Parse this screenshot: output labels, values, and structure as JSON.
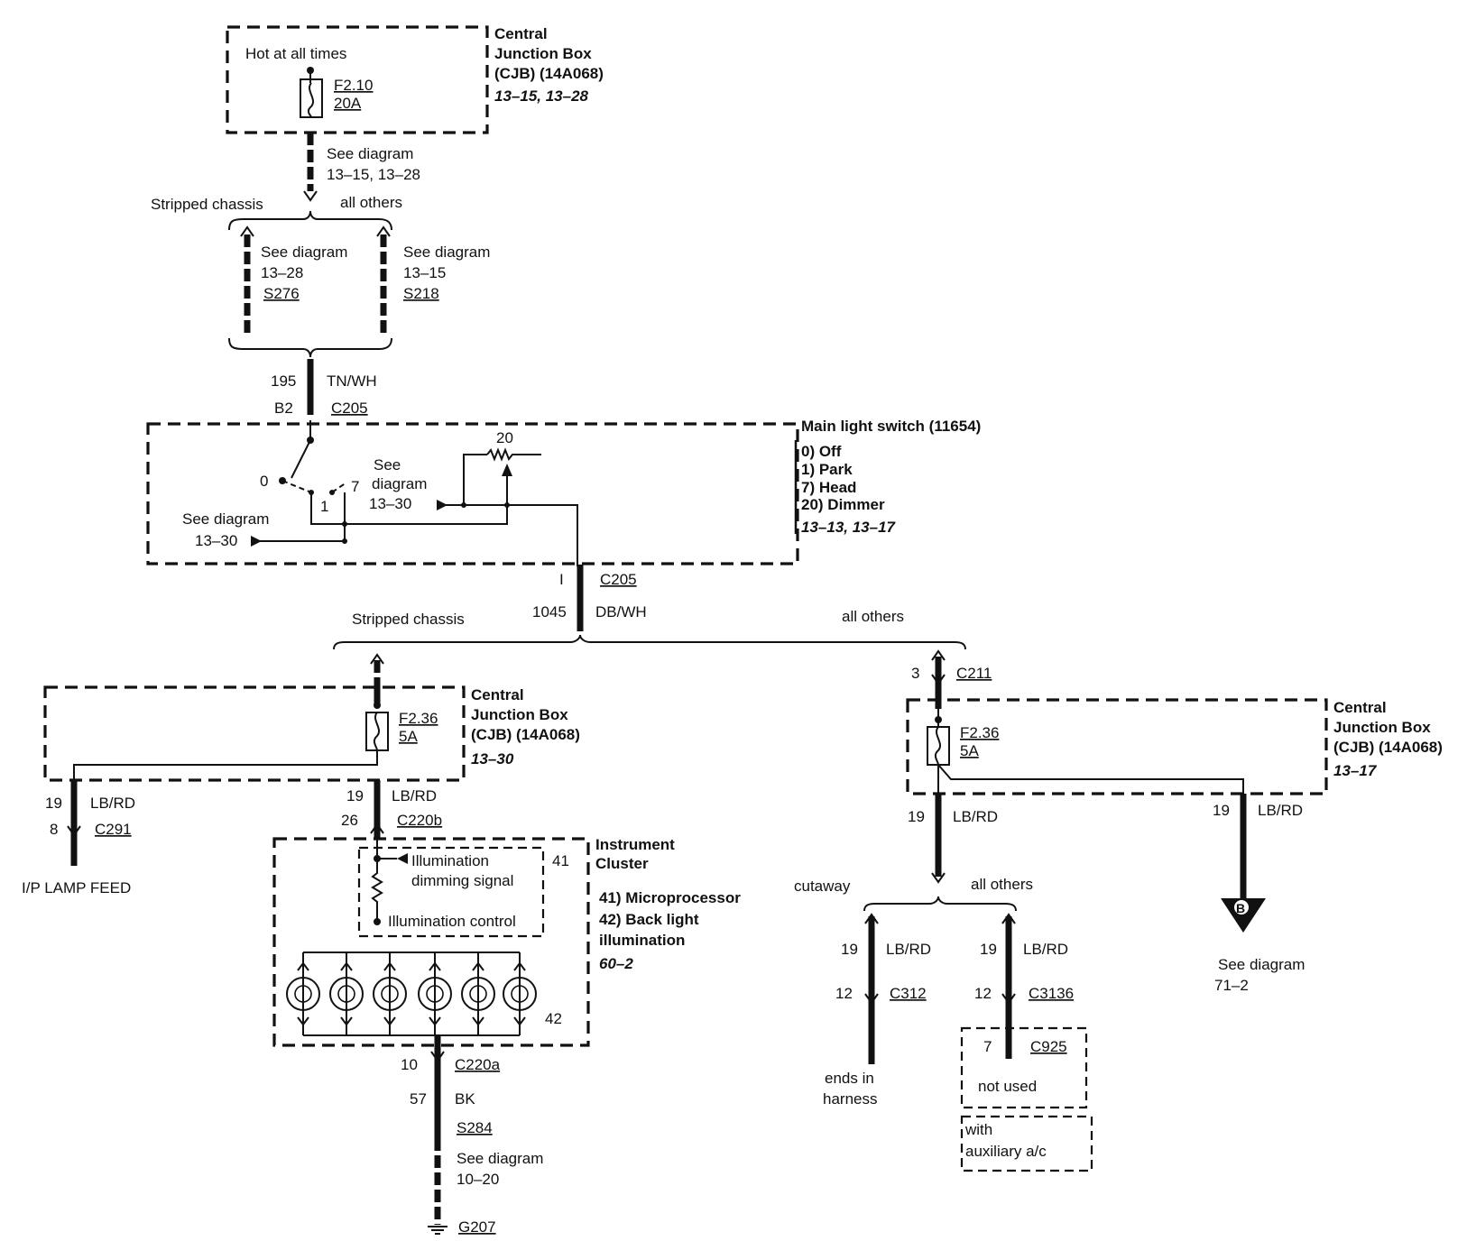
{
  "cjb_top": {
    "hot": "Hot at all times",
    "fuse": "F2.10",
    "amp": "20A",
    "title1": "Central",
    "title2": "Junction Box",
    "title3": "(CJB) (14A068)",
    "ref": "13–15, 13–28",
    "see1": "See diagram",
    "see2": "13–15, 13–28"
  },
  "split1": {
    "left": "Stripped chassis",
    "right": "all others",
    "l_see": "See diagram",
    "l_diag": "13–28",
    "l_splice": "S276",
    "r_see": "See diagram",
    "r_diag": "13–15",
    "r_splice": "S218"
  },
  "wire195": {
    "circuit": "195",
    "color": "TN/WH",
    "pin": "B2",
    "conn": "C205"
  },
  "switch": {
    "title": "Main light switch (11654)",
    "pos0": "0) Off",
    "pos1": "1) Park",
    "pos7": "7) Head",
    "pos20": "20) Dimmer",
    "ref": "13–13, 13–17",
    "lbl0": "0",
    "lbl1": "1",
    "lbl7": "7",
    "lbl20": "20",
    "seeA1": "See",
    "seeA2": "diagram",
    "seeA3": "13–30",
    "seeB1": "See diagram",
    "seeB2": "13–30"
  },
  "wire1045": {
    "pin": "I",
    "conn": "C205",
    "circuit": "1045",
    "color": "DB/WH"
  },
  "split2": {
    "left": "Stripped chassis",
    "right": "all others"
  },
  "cjb_left": {
    "fuse": "F2.36",
    "amp": "5A",
    "title1": "Central",
    "title2": "Junction Box",
    "title3": "(CJB) (14A068)",
    "ref": "13–30",
    "w1_circ": "19",
    "w1_color": "LB/RD",
    "w1_pin": "8",
    "w1_conn": "C291",
    "feed": "I/P LAMP FEED",
    "w2_circ": "19",
    "w2_color": "LB/RD",
    "w2_pin": "26",
    "w2_conn": "C220b"
  },
  "cluster": {
    "title1": "Instrument",
    "title2": "Cluster",
    "item41": "41) Microprocessor",
    "item42a": "42) Back light",
    "item42b": "illumination",
    "ref": "60–2",
    "dim1": "Illumination",
    "dim2": "dimming signal",
    "ctrl": "Illumination control",
    "n41": "41",
    "n42": "42"
  },
  "ground": {
    "pin": "10",
    "conn": "C220a",
    "circuit": "57",
    "color": "BK",
    "splice": "S284",
    "see": "See diagram",
    "diag": "10–20",
    "gnd": "G207"
  },
  "cjb_right": {
    "pin": "3",
    "conn": "C211",
    "fuse": "F2.36",
    "amp": "5A",
    "title1": "Central",
    "title2": "Junction Box",
    "title3": "(CJB) (14A068)",
    "ref": "13–17",
    "w1_circ": "19",
    "w1_color": "LB/RD",
    "w2_circ": "19",
    "w2_color": "LB/RD",
    "arrow": "B",
    "see": "See diagram",
    "diag": "71–2"
  },
  "split3": {
    "left": "cutaway",
    "right": "all others",
    "a_circ": "19",
    "a_color": "LB/RD",
    "a_pin": "12",
    "a_conn": "C312",
    "a_end1": "ends in",
    "a_end2": "harness",
    "b_circ": "19",
    "b_color": "LB/RD",
    "b_pin": "12",
    "b_conn": "C3136",
    "c_pin": "7",
    "c_conn": "C925",
    "c_text": "not used",
    "aux1": "with",
    "aux2": "auxiliary a/c"
  }
}
